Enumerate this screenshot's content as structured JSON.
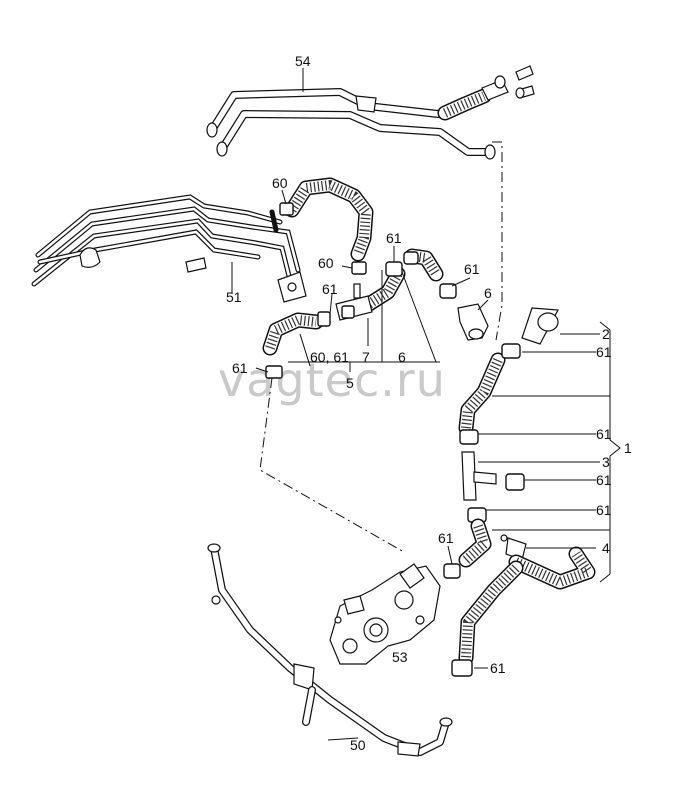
{
  "watermark": "vagtec.ru",
  "labels": {
    "l54": "54",
    "l60a": "60",
    "l60b": "60",
    "l61a": "61",
    "l61b": "61",
    "l61c": "61",
    "l6a": "6",
    "l51": "51",
    "l6061": "60, 61",
    "l7": "7",
    "l6b": "6",
    "l5": "5",
    "l61d": "61",
    "l2": "2",
    "l61e": "61",
    "l61f": "61",
    "l3": "3",
    "l1": "1",
    "l61g": "61",
    "l61h": "61",
    "l61i": "61",
    "l4": "4",
    "l53": "53",
    "l61j": "61",
    "l50": "50"
  }
}
